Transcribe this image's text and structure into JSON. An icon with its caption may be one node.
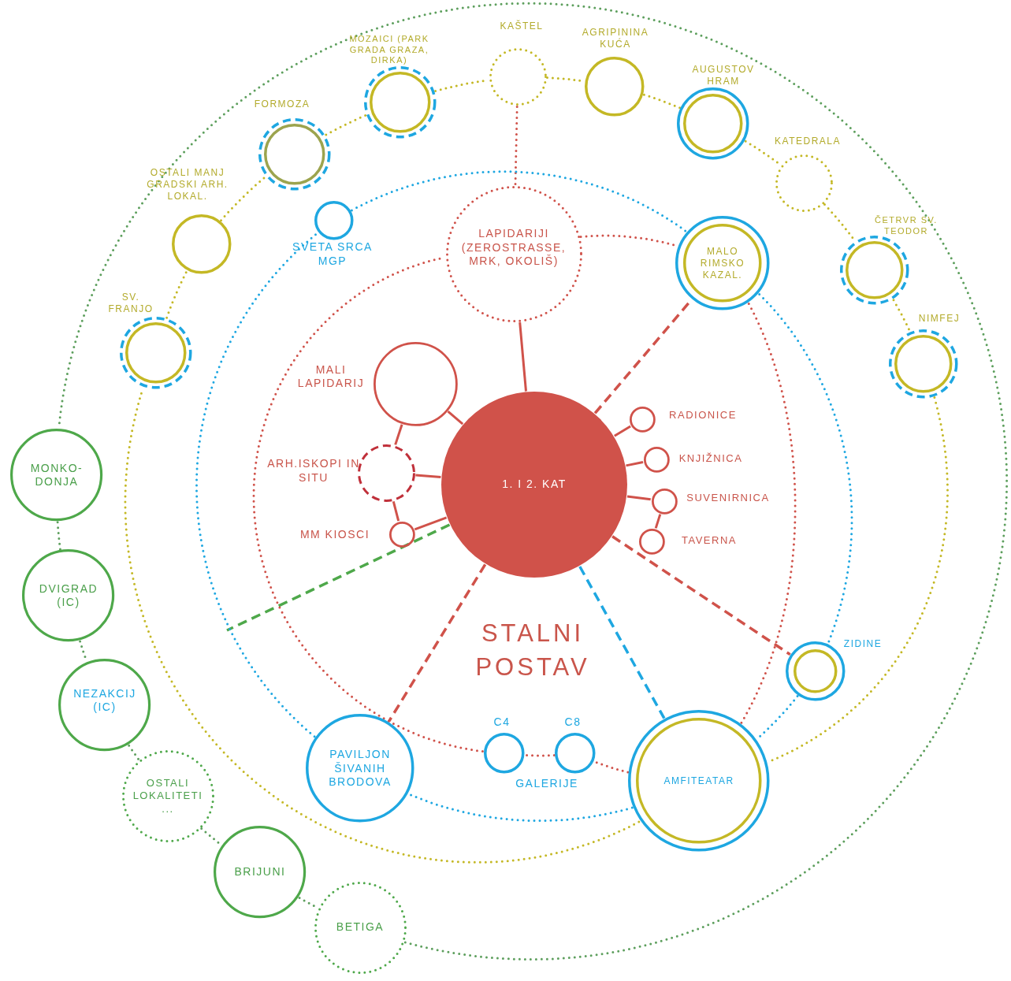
{
  "diagram": {
    "title": "STALNI POSTAV",
    "nodes": [
      {
        "text": [
          "1. I 2. KAT"
        ]
      },
      {
        "text": [
          "LAPIDARIJI (ZEROSTRASSE, MRK, OKOLIŠ)"
        ]
      },
      {
        "text": [
          "MALI LAPIDARIJ"
        ]
      },
      {
        "text": [
          "ARH.ISKOPI IN SITU"
        ]
      },
      {
        "text": [
          "MM KIOSCI"
        ]
      },
      {
        "text": [
          "RADIONICE"
        ]
      },
      {
        "text": [
          "KNJIŽNICA"
        ]
      },
      {
        "text": [
          "SUVENIRNICA"
        ]
      },
      {
        "text": [
          "TAVERNA"
        ]
      },
      {
        "text": [
          "MALO RIMSKO KAZAL."
        ]
      },
      {
        "text": [
          "ZIDINE"
        ]
      },
      {
        "text": [
          "AMFITEATAR"
        ]
      },
      {
        "text": [
          "C8"
        ]
      },
      {
        "text": [
          "C4"
        ]
      },
      {
        "text": [
          "PAVILJON ŠIVANIH BRODOVA"
        ]
      },
      {
        "text": [
          "SVETA SRCA MGP"
        ]
      },
      {
        "text": [
          "SV. FRANJO"
        ]
      },
      {
        "text": [
          "OSTALI MANJ GRADSKI ARH. LOKAL."
        ]
      },
      {
        "text": [
          "FORMOZA"
        ]
      },
      {
        "text": [
          "MOZAICI (PARK GRADA GRAZA, DIRKA)"
        ]
      },
      {
        "text": [
          "KAŠTEL"
        ]
      },
      {
        "text": [
          "AGRIPININA KUĆA"
        ]
      },
      {
        "text": [
          "AUGUSTOV HRAM"
        ]
      },
      {
        "text": [
          "KATEDRALA"
        ]
      },
      {
        "text": [
          "ČETRVR SV. TEODOR"
        ]
      },
      {
        "text": [
          "NIMFEJ"
        ]
      },
      {
        "text": [
          "MONKO-DONJA"
        ]
      },
      {
        "text": [
          "DVIGRAD (IC)"
        ]
      },
      {
        "text": [
          "NEZAKCIJ (IC)"
        ]
      },
      {
        "text": [
          "OSTALI LOKALITETI ..."
        ]
      },
      {
        "text": [
          "BRIJUNI"
        ]
      },
      {
        "text": [
          "BETIGA"
        ]
      }
    ],
    "edges": [
      {
        "from": 0,
        "to": 1,
        "arrow": "none"
      },
      {
        "from": 0,
        "to": 2,
        "arrow": "none"
      },
      {
        "from": 2,
        "to": 3,
        "arrow": "none"
      },
      {
        "from": 0,
        "to": 3,
        "arrow": "none"
      },
      {
        "from": 3,
        "to": 4,
        "arrow": "none"
      },
      {
        "from": 0,
        "to": 4,
        "arrow": "none"
      },
      {
        "from": 0,
        "to": 5,
        "arrow": "none"
      },
      {
        "from": 0,
        "to": 6,
        "arrow": "none"
      },
      {
        "from": 0,
        "to": 7,
        "arrow": "none"
      },
      {
        "from": 7,
        "to": 8,
        "arrow": "none"
      },
      {
        "from": 0,
        "to": 9,
        "arrow": "none",
        "style": "dashed"
      },
      {
        "from": 0,
        "to": 10,
        "arrow": "none",
        "style": "dashed"
      },
      {
        "from": 0,
        "to": 14,
        "arrow": "none",
        "style": "dashed"
      },
      {
        "from": 0,
        "to": 11,
        "arrow": "none",
        "style": "dashed",
        "color": "#1ea7e1"
      },
      {
        "from": 0,
        "to": null,
        "arrow": "none",
        "style": "dashed",
        "color": "#4ea84a"
      },
      {
        "from": 20,
        "to": 1,
        "arrow": "none",
        "style": "dashed"
      },
      {
        "from": 1,
        "to": 9,
        "arrow": "none",
        "style": "dashed"
      },
      {
        "from": 9,
        "to": 11,
        "arrow": "none",
        "style": "dashed"
      },
      {
        "from": 11,
        "to": 12,
        "arrow": "none",
        "style": "dashed"
      },
      {
        "from": 12,
        "to": 13,
        "arrow": "none",
        "style": "dashed"
      },
      {
        "from": 13,
        "to": 1,
        "arrow": "none",
        "style": "dashed"
      },
      {
        "from": 15,
        "to": 9,
        "arrow": "none",
        "style": "dashed",
        "color": "#1ea7e1"
      },
      {
        "from": 9,
        "to": 10,
        "arrow": "none",
        "style": "dashed",
        "color": "#1ea7e1"
      },
      {
        "from": 10,
        "to": 11,
        "arrow": "none",
        "style": "dashed",
        "color": "#1ea7e1"
      },
      {
        "from": 11,
        "to": 14,
        "arrow": "none",
        "style": "dashed",
        "color": "#1ea7e1"
      },
      {
        "from": 14,
        "to": 15,
        "arrow": "none",
        "style": "dashed",
        "color": "#1ea7e1"
      },
      {
        "from": 16,
        "to": 17,
        "arrow": "none",
        "style": "dashed",
        "color": "#c4b825"
      },
      {
        "from": 17,
        "to": 18,
        "arrow": "none",
        "style": "dashed",
        "color": "#c4b825"
      },
      {
        "from": 18,
        "to": 19,
        "arrow": "none",
        "style": "dashed",
        "color": "#c4b825"
      },
      {
        "from": 19,
        "to": 20,
        "arrow": "none",
        "style": "dashed",
        "color": "#c4b825"
      },
      {
        "from": 20,
        "to": 21,
        "arrow": "none",
        "style": "dashed",
        "color": "#c4b825"
      },
      {
        "from": 21,
        "to": 22,
        "arrow": "none",
        "style": "dashed",
        "color": "#c4b825"
      },
      {
        "from": 22,
        "to": 23,
        "arrow": "none",
        "style": "dashed",
        "color": "#c4b825"
      },
      {
        "from": 23,
        "to": 24,
        "arrow": "none",
        "style": "dashed",
        "color": "#c4b825"
      },
      {
        "from": 24,
        "to": 25,
        "arrow": "none",
        "style": "dashed",
        "color": "#c4b825"
      },
      {
        "from": 25,
        "to": 11,
        "arrow": "none",
        "style": "dashed",
        "color": "#c4b825"
      },
      {
        "from": 11,
        "to": 16,
        "arrow": "none",
        "style": "dashed",
        "color": "#c4b825"
      },
      {
        "from": 26,
        "to": 27,
        "arrow": "none",
        "style": "dashed",
        "color": "#5d9f5d"
      },
      {
        "from": 27,
        "to": 28,
        "arrow": "none",
        "style": "dashed",
        "color": "#5d9f5d"
      },
      {
        "from": 28,
        "to": 29,
        "arrow": "none",
        "style": "dashed",
        "color": "#5d9f5d"
      },
      {
        "from": 29,
        "to": 30,
        "arrow": "none",
        "style": "dashed",
        "color": "#5d9f5d"
      },
      {
        "from": 30,
        "to": 31,
        "arrow": "none",
        "style": "dashed",
        "color": "#5d9f5d"
      },
      {
        "from": 31,
        "to": 26,
        "arrow": "none",
        "style": "dashed",
        "color": "#5d9f5d"
      }
    ],
    "labels": [
      "GALERIJE"
    ]
  }
}
